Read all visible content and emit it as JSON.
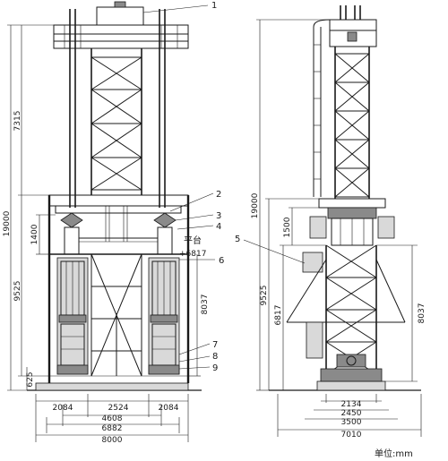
{
  "part_numbers": [
    "1",
    "2",
    "3",
    "4",
    "5",
    "6",
    "7",
    "8",
    "9"
  ],
  "platform_label": "平台",
  "platform_level": "+6817",
  "unit_label": "单位:mm",
  "vertical_dims": {
    "total_height": "19000",
    "upper_segment": "7315",
    "lower_segment": "9525",
    "base_height": "625",
    "cylinder_stroke": "1400",
    "column_height": "8037"
  },
  "front_widths": {
    "left_width": "2084",
    "middle_width": "2524",
    "right_width": "2084",
    "inner_span": "4608",
    "outer_span": "6882",
    "overall_width": "8000"
  },
  "side_view": {
    "total_height": "19000",
    "lower_segment": "9525",
    "platform_height": "6817",
    "top_stroke": "1500",
    "column_height": "8037",
    "width_1": "2134",
    "width_2": "2450",
    "width_3": "3500",
    "overall_width": "7010"
  }
}
